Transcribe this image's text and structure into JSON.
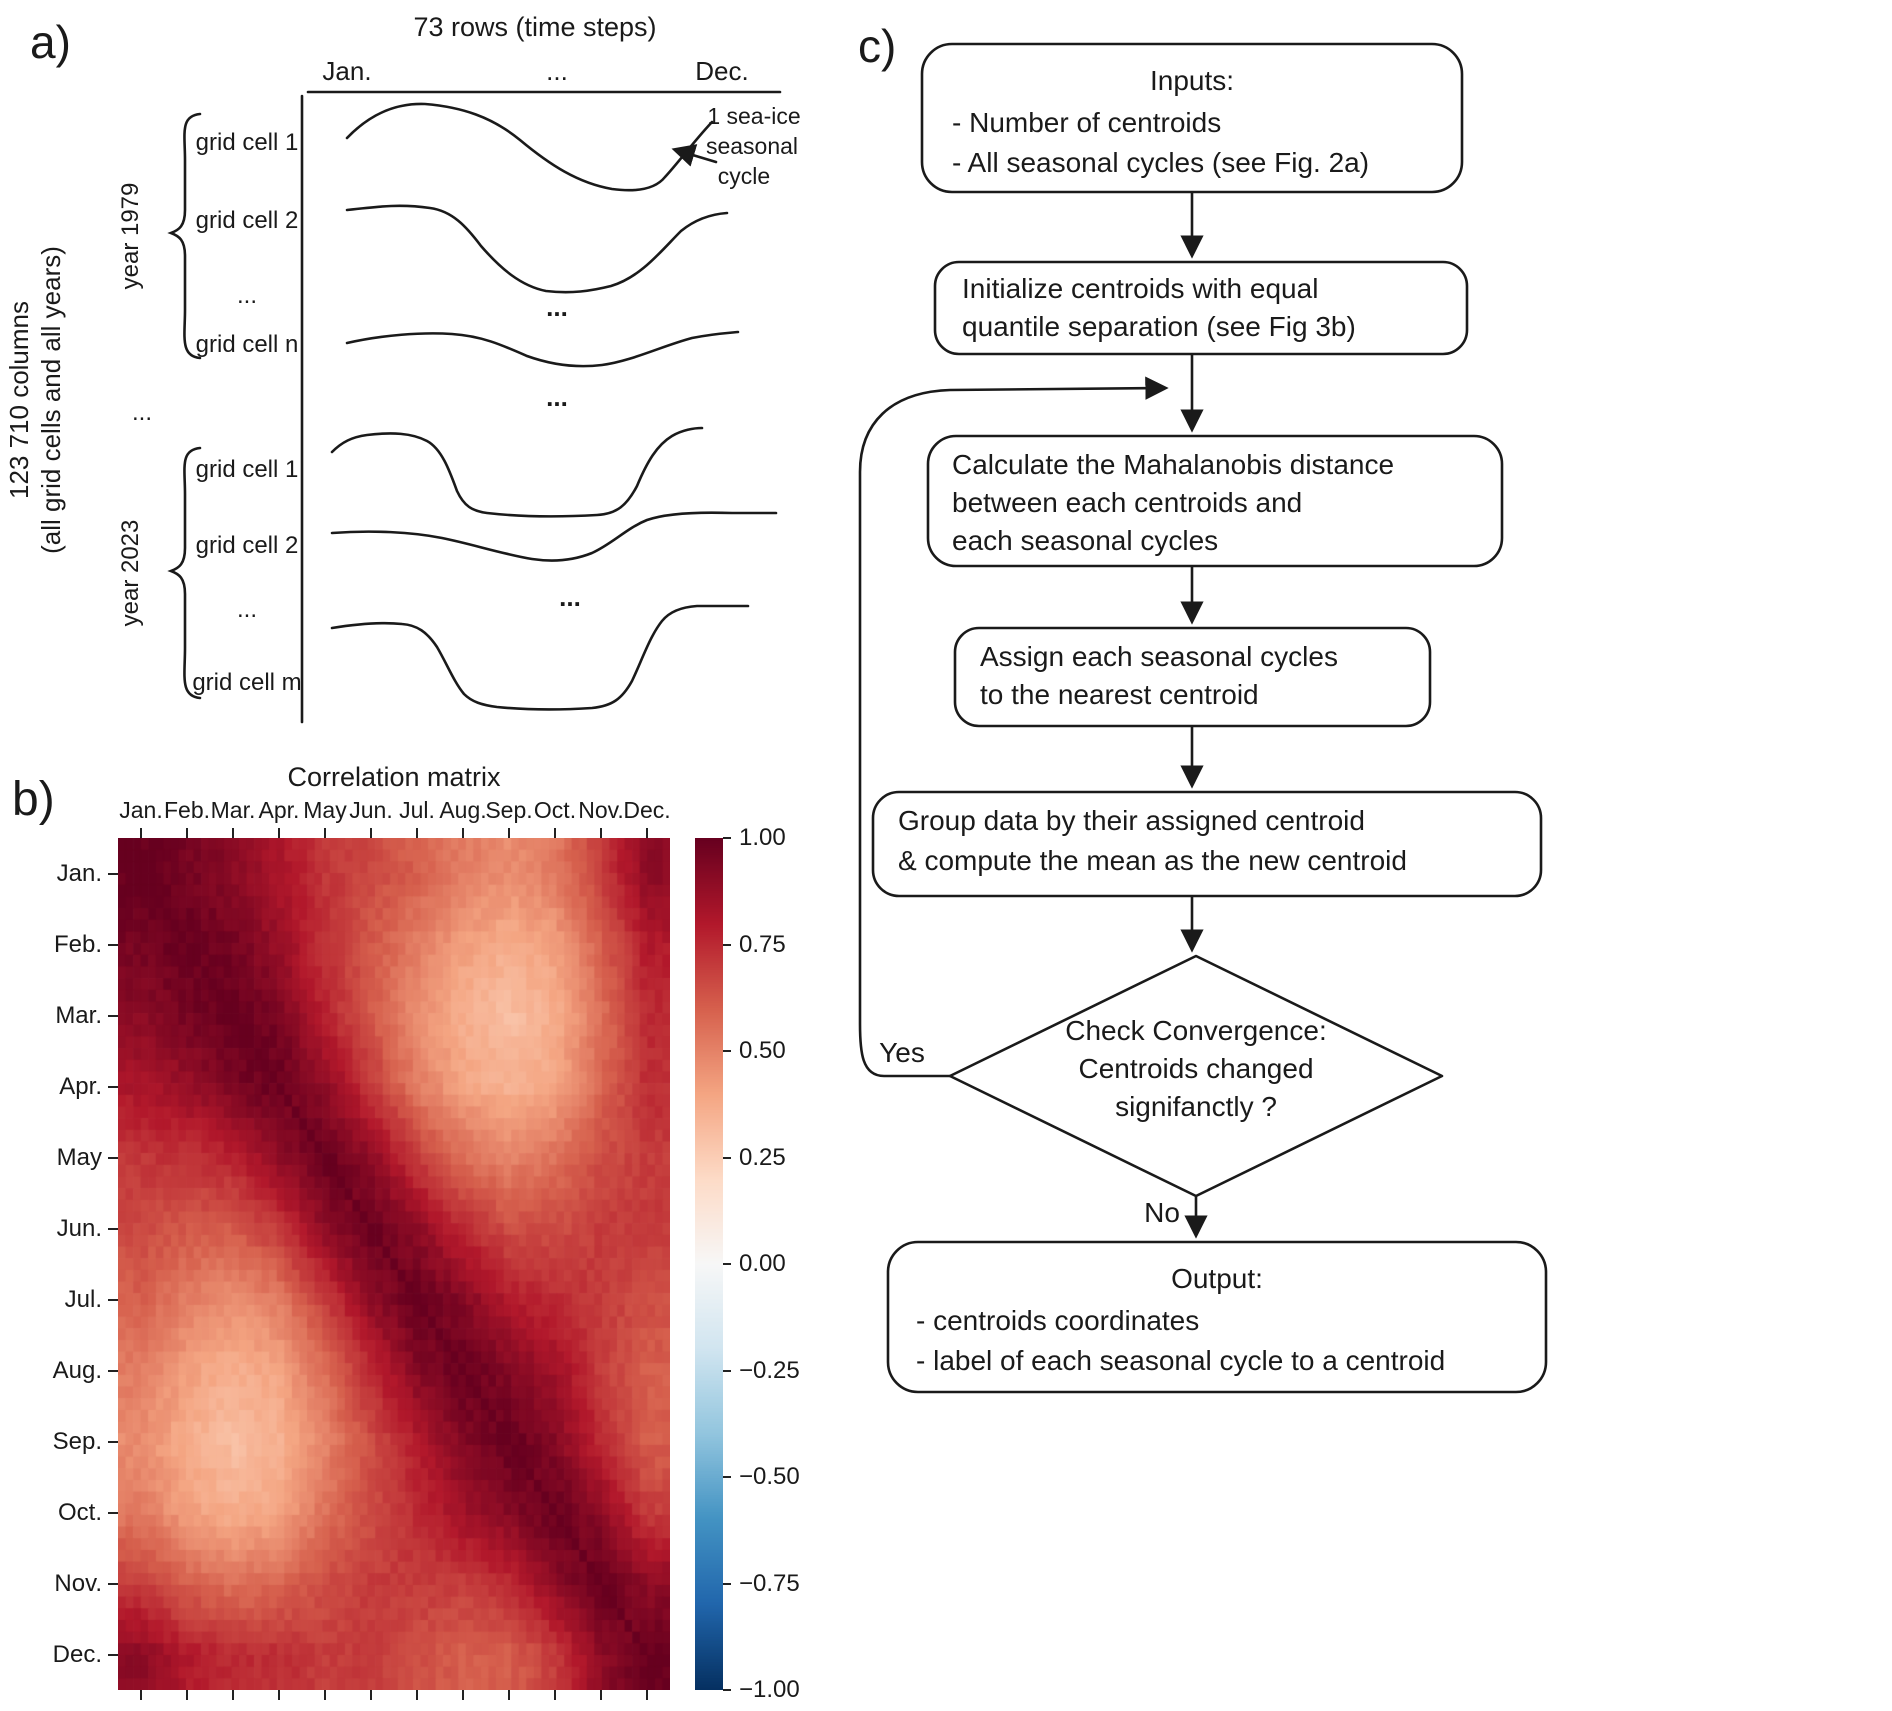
{
  "panel_a": {
    "label": "a)",
    "axis_title": "73 rows (time steps)",
    "axis_tick_left": "Jan.",
    "axis_tick_mid": "...",
    "axis_tick_right": "Dec.",
    "side_label_line1": "123 710 columns",
    "side_label_line2": "(all grid cells and all years)",
    "year_top": "year 1979",
    "year_bottom": "year 2023",
    "cells_top": [
      "grid cell 1",
      "grid cell 2",
      "...",
      "grid cell n"
    ],
    "cells_bottom": [
      "grid cell 1",
      "grid cell 2",
      "...",
      "grid cell m"
    ],
    "dots": "...",
    "annotation_line1": "1 sea-ice",
    "annotation_line2": "seasonal",
    "annotation_line3": "cycle"
  },
  "panel_b": {
    "label": "b)"
  },
  "panel_c": {
    "label": "c)",
    "boxes": {
      "inputs": {
        "lines": [
          "Inputs:",
          "- Number of centroids",
          "- All seasonal cycles (see Fig. 2a)"
        ]
      },
      "init": {
        "lines": [
          "Initialize centroids with equal",
          "quantile separation (see Fig 3b)"
        ]
      },
      "distance": {
        "lines": [
          "Calculate the Mahalanobis distance",
          "between each centroids and",
          "each seasonal cycles"
        ]
      },
      "assign": {
        "lines": [
          "Assign each seasonal cycles",
          "to the nearest centroid"
        ]
      },
      "group": {
        "lines": [
          "Group data by their assigned centroid",
          "& compute the mean as the new centroid"
        ]
      },
      "decision": {
        "lines": [
          "Check Convergence:",
          "Centroids changed",
          "signifanctly ?"
        ]
      },
      "output": {
        "lines": [
          "Output:",
          "- centroids coordinates",
          "- label of each seasonal cycle to a centroid"
        ]
      }
    },
    "edge_labels": {
      "yes": "Yes",
      "no": "No"
    }
  },
  "chart_data": {
    "type": "heatmap",
    "title": "Correlation matrix",
    "x_tick_labels": [
      "Jan.",
      "Feb.",
      "Mar.",
      "Apr.",
      "May",
      "Jun.",
      "Jul.",
      "Aug.",
      "Sep.",
      "Oct.",
      "Nov.",
      "Dec."
    ],
    "y_tick_labels": [
      "Jan.",
      "Feb.",
      "Mar.",
      "Apr.",
      "May",
      "Jun.",
      "Jul.",
      "Aug.",
      "Sep.",
      "Oct.",
      "Nov.",
      "Dec."
    ],
    "x_axis_side": "top",
    "n_steps": 73,
    "value_range": [
      -1,
      1
    ],
    "colorbar_tick_labels": [
      "1.00",
      "0.75",
      "0.50",
      "0.25",
      "0.00",
      "−0.25",
      "−0.50",
      "−0.75",
      "−1.00"
    ],
    "colormap": {
      "name": "RdBu_r",
      "stops": [
        "#053061",
        "#2166ac",
        "#4393c3",
        "#92c5de",
        "#d1e5f0",
        "#f7f7f7",
        "#fddbc7",
        "#f4a582",
        "#d6604d",
        "#b2182b",
        "#67001f"
      ]
    },
    "month_correlation_12x12": [
      [
        1.0,
        0.96,
        0.91,
        0.82,
        0.72,
        0.66,
        0.6,
        0.52,
        0.47,
        0.52,
        0.7,
        0.9
      ],
      [
        0.96,
        1.0,
        0.96,
        0.87,
        0.73,
        0.62,
        0.52,
        0.42,
        0.37,
        0.42,
        0.6,
        0.8
      ],
      [
        0.91,
        0.96,
        1.0,
        0.95,
        0.77,
        0.62,
        0.47,
        0.36,
        0.31,
        0.36,
        0.55,
        0.75
      ],
      [
        0.82,
        0.87,
        0.95,
        1.0,
        0.9,
        0.71,
        0.52,
        0.4,
        0.35,
        0.4,
        0.58,
        0.74
      ],
      [
        0.72,
        0.73,
        0.77,
        0.9,
        1.0,
        0.9,
        0.7,
        0.56,
        0.5,
        0.55,
        0.65,
        0.7
      ],
      [
        0.66,
        0.62,
        0.62,
        0.71,
        0.9,
        1.0,
        0.9,
        0.75,
        0.65,
        0.65,
        0.7,
        0.7
      ],
      [
        0.6,
        0.52,
        0.47,
        0.52,
        0.7,
        0.9,
        1.0,
        0.92,
        0.8,
        0.75,
        0.7,
        0.65
      ],
      [
        0.52,
        0.42,
        0.36,
        0.4,
        0.56,
        0.75,
        0.92,
        1.0,
        0.93,
        0.85,
        0.7,
        0.6
      ],
      [
        0.47,
        0.37,
        0.31,
        0.35,
        0.5,
        0.65,
        0.8,
        0.93,
        1.0,
        0.92,
        0.75,
        0.6
      ],
      [
        0.52,
        0.42,
        0.36,
        0.4,
        0.55,
        0.65,
        0.75,
        0.85,
        0.92,
        1.0,
        0.9,
        0.7
      ],
      [
        0.7,
        0.6,
        0.55,
        0.58,
        0.65,
        0.7,
        0.7,
        0.7,
        0.75,
        0.9,
        1.0,
        0.9
      ],
      [
        0.9,
        0.8,
        0.75,
        0.74,
        0.7,
        0.7,
        0.65,
        0.6,
        0.6,
        0.7,
        0.9,
        1.0
      ]
    ]
  }
}
